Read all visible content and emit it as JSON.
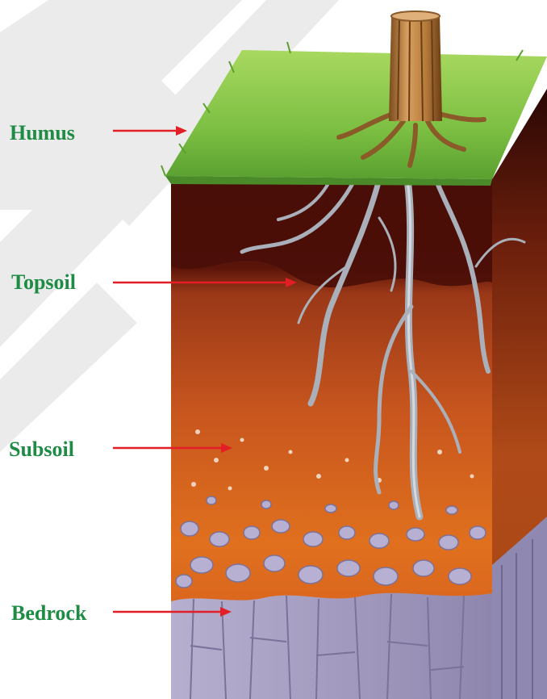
{
  "colors": {
    "label": "#1e8c45",
    "arrow": "#e31e24",
    "watermark": "#e6e6e6",
    "grass": "#7dc043",
    "humus_dark": "#4a0e08",
    "topsoil": "#b8451e",
    "subsoil": "#d9641e",
    "rock": "#a9a2c4"
  },
  "icons": [
    "tree-stump-icon",
    "roots-icon"
  ],
  "layers": [
    {
      "id": "humus",
      "label": "Humus"
    },
    {
      "id": "topsoil",
      "label": "Topsoil"
    },
    {
      "id": "subsoil",
      "label": "Subsoil"
    },
    {
      "id": "bedrock",
      "label": "Bedrock"
    }
  ]
}
